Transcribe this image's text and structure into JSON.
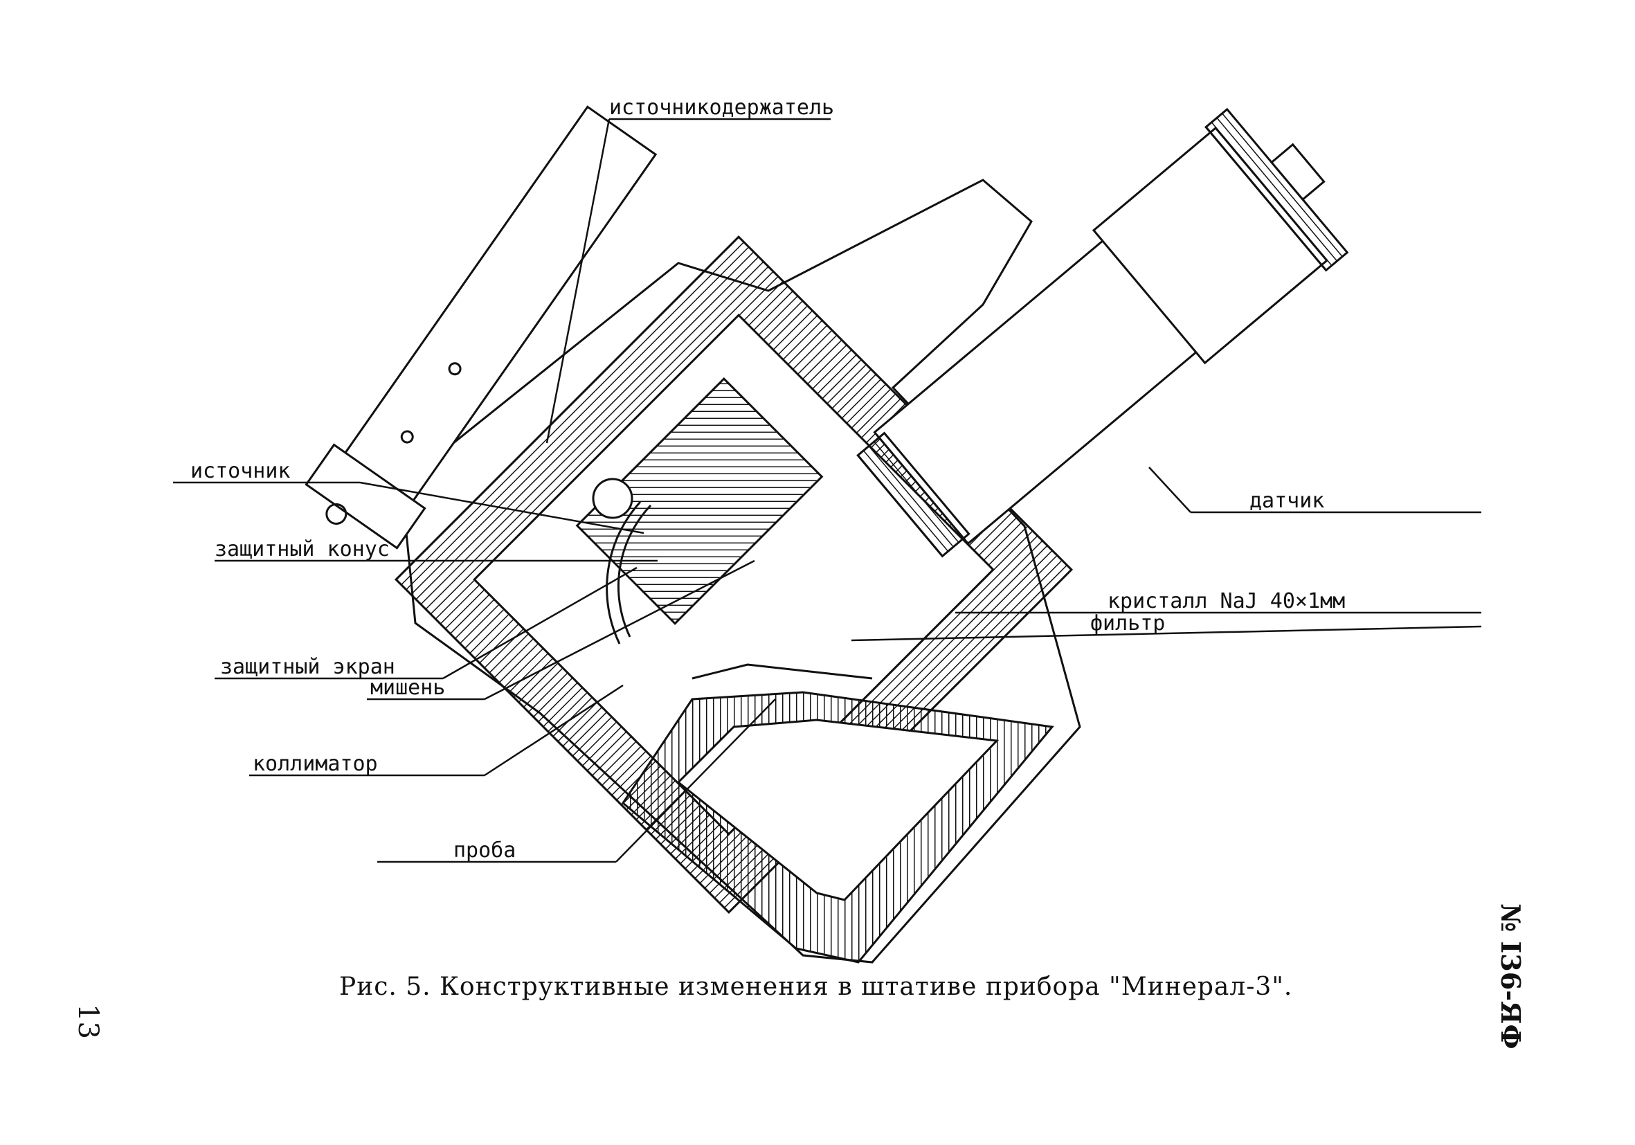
{
  "figure": {
    "caption": "Рис. 5. Конструктивные изменения в штативе прибора \"Минерал-3\".",
    "page_number": "13",
    "doc_number": "№ I36-ЯФ"
  },
  "labels": {
    "source_holder": "источникодержатель",
    "source": "источник",
    "protective_cone": "защитный конус",
    "protective_screen": "защитный экран",
    "target": "мишень",
    "collimator": "коллиматор",
    "sample": "проба",
    "detector": "датчик",
    "crystal": "кристалл NaJ 40×1мм",
    "filter": "фильтр"
  },
  "colors": {
    "ink": "#111111",
    "background": "#ffffff"
  }
}
